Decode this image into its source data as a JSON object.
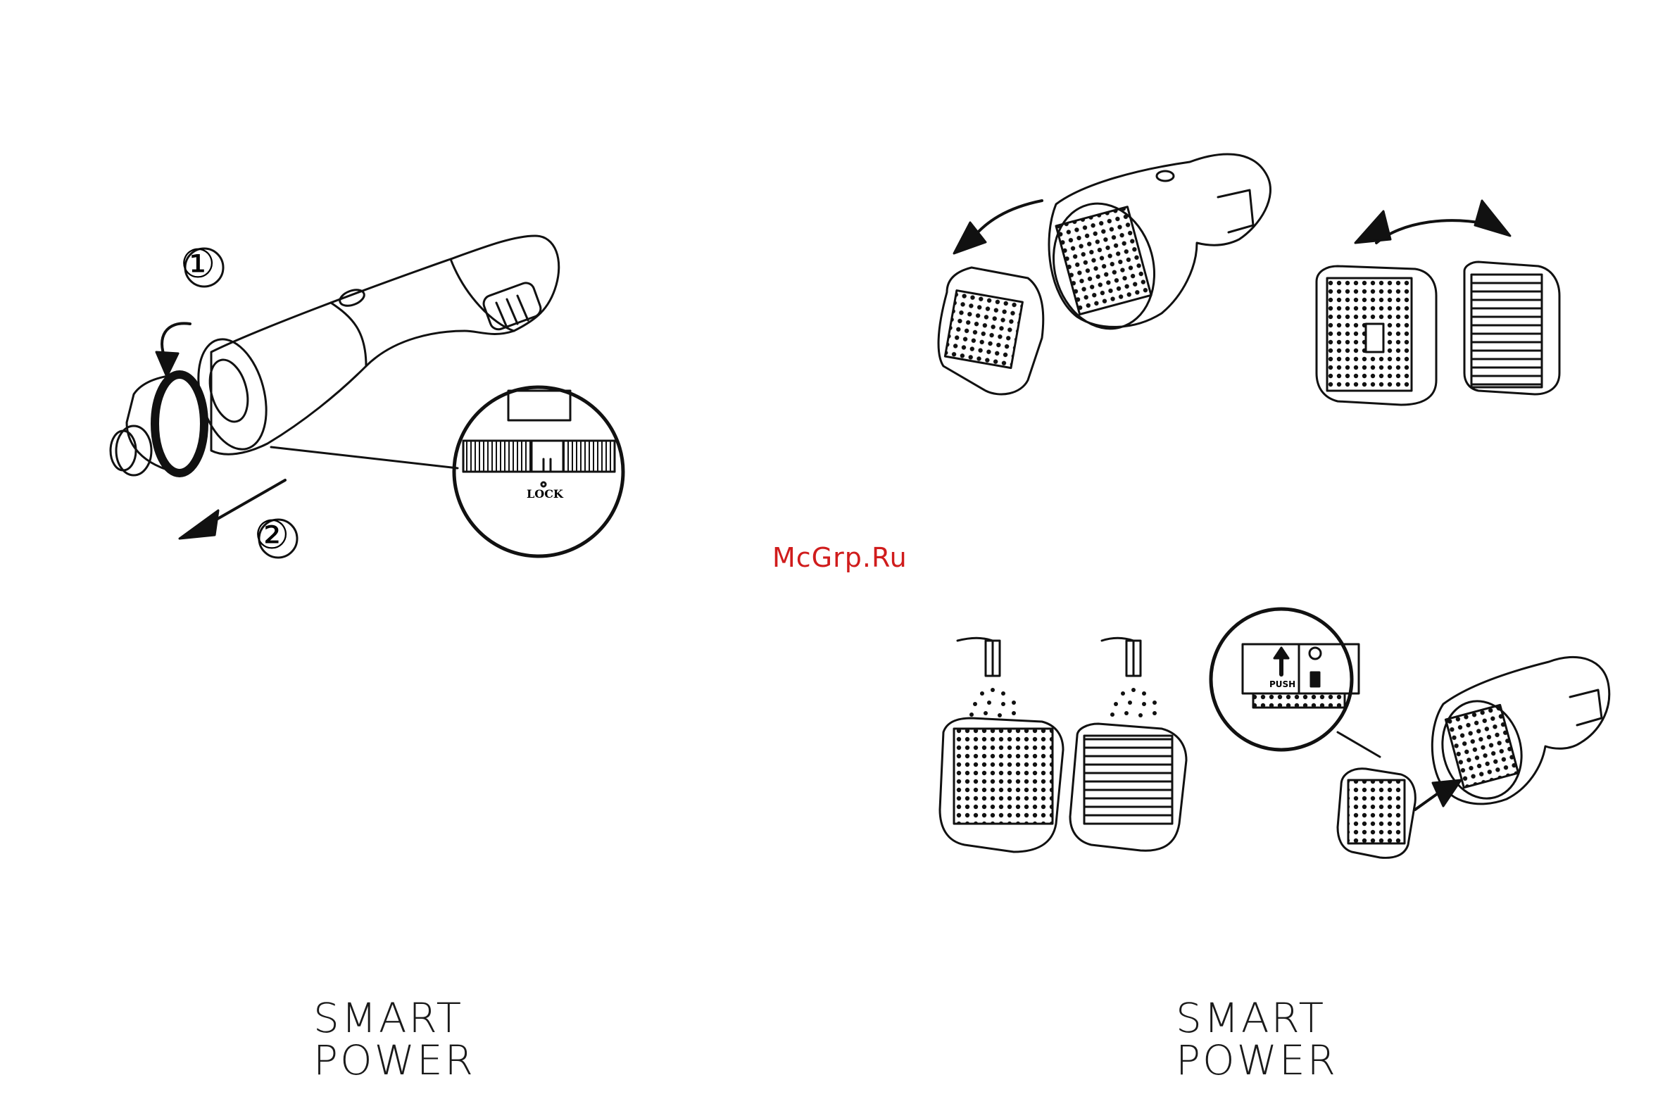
{
  "steps": {
    "step1": "①",
    "step2": "②"
  },
  "lock_label": "LOCK",
  "push_label": "PUSH",
  "watermark": "McGrp.Ru",
  "brand_left": {
    "line1": "SMART",
    "line2": "POWER"
  },
  "brand_right": {
    "line1": "SMART",
    "line2": "POWER"
  },
  "colors": {
    "line": "#111111",
    "watermark": "#d01c1c"
  }
}
